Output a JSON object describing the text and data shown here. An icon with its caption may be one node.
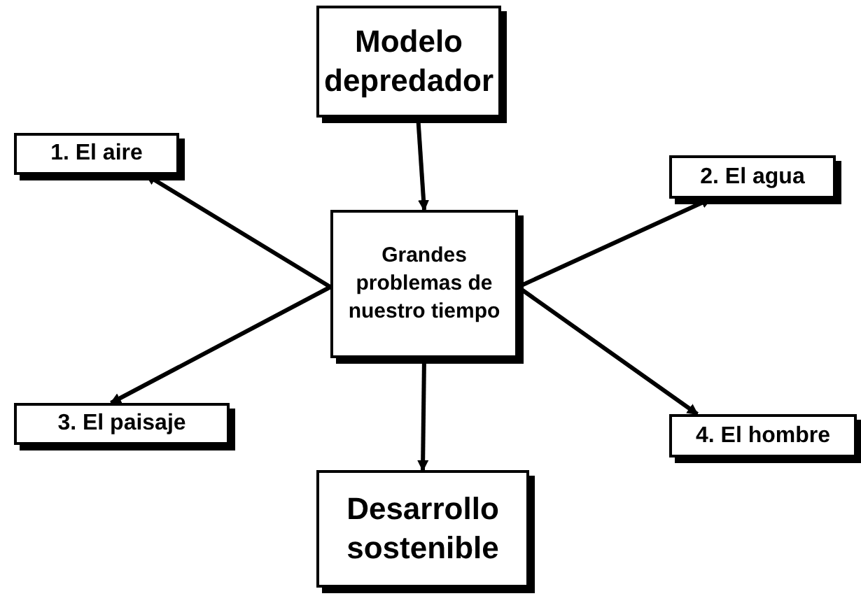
{
  "diagram": {
    "nodes": [
      {
        "text": [
          "Modelo depredador"
        ]
      },
      {
        "text": [
          "1. El aire"
        ]
      },
      {
        "text": [
          "Grandes problemas de nuestro tiempo"
        ]
      },
      {
        "text": [
          "2. El agua"
        ]
      },
      {
        "text": [
          "3. El paisaje"
        ]
      },
      {
        "text": [
          "4. El hombre"
        ]
      },
      {
        "text": [
          "Desarrollo sostenible"
        ]
      }
    ],
    "edges": [
      {
        "from": 0,
        "to": 2,
        "arrow": "to"
      },
      {
        "from": 2,
        "to": 1,
        "arrow": "to"
      },
      {
        "from": 2,
        "to": 3,
        "arrow": "to"
      },
      {
        "from": 2,
        "to": 4,
        "arrow": "to"
      },
      {
        "from": 2,
        "to": 5,
        "arrow": "to"
      },
      {
        "from": 2,
        "to": 6,
        "arrow": "to"
      }
    ]
  }
}
